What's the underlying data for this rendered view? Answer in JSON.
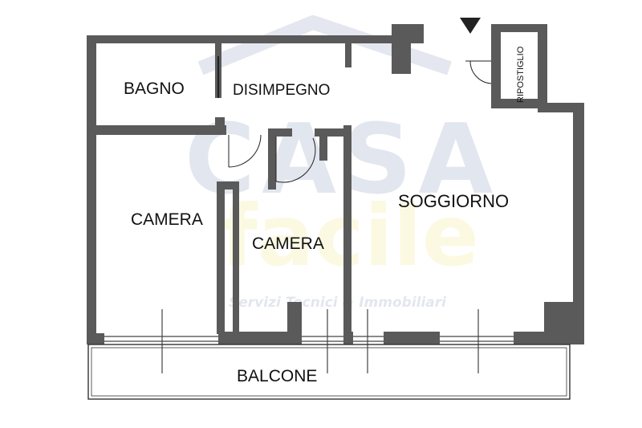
{
  "rooms": {
    "bagno": "BAGNO",
    "disimpegno": "DISIMPEGNO",
    "camera1": "CAMERA",
    "camera2": "CAMERA",
    "soggiorno": "SOGGIORNO",
    "ripostiglio": "RIPOSTIGLIO",
    "balcone": "BALCONE"
  },
  "watermark": {
    "brand_top": "CASA",
    "brand_bottom": "facile",
    "tagline": "Servizi Tecnici & Immobiliari"
  },
  "colors": {
    "wall": "#5a5a5a",
    "watermark_blue": "#1e3a78",
    "watermark_yellow": "#e8d21a"
  }
}
